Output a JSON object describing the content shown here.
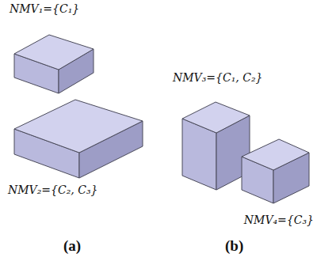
{
  "diagram": {
    "nodes": [
      {
        "text": [
          "NMV₁={C₁}"
        ]
      },
      {
        "text": [
          "NMV₂={C₂, C₃}"
        ]
      },
      {
        "text": [
          "NMV₃={C₁, C₂}"
        ]
      },
      {
        "text": [
          "NMV₄={C₃}"
        ]
      }
    ],
    "labels": [
      "(a)",
      "(b)"
    ]
  }
}
